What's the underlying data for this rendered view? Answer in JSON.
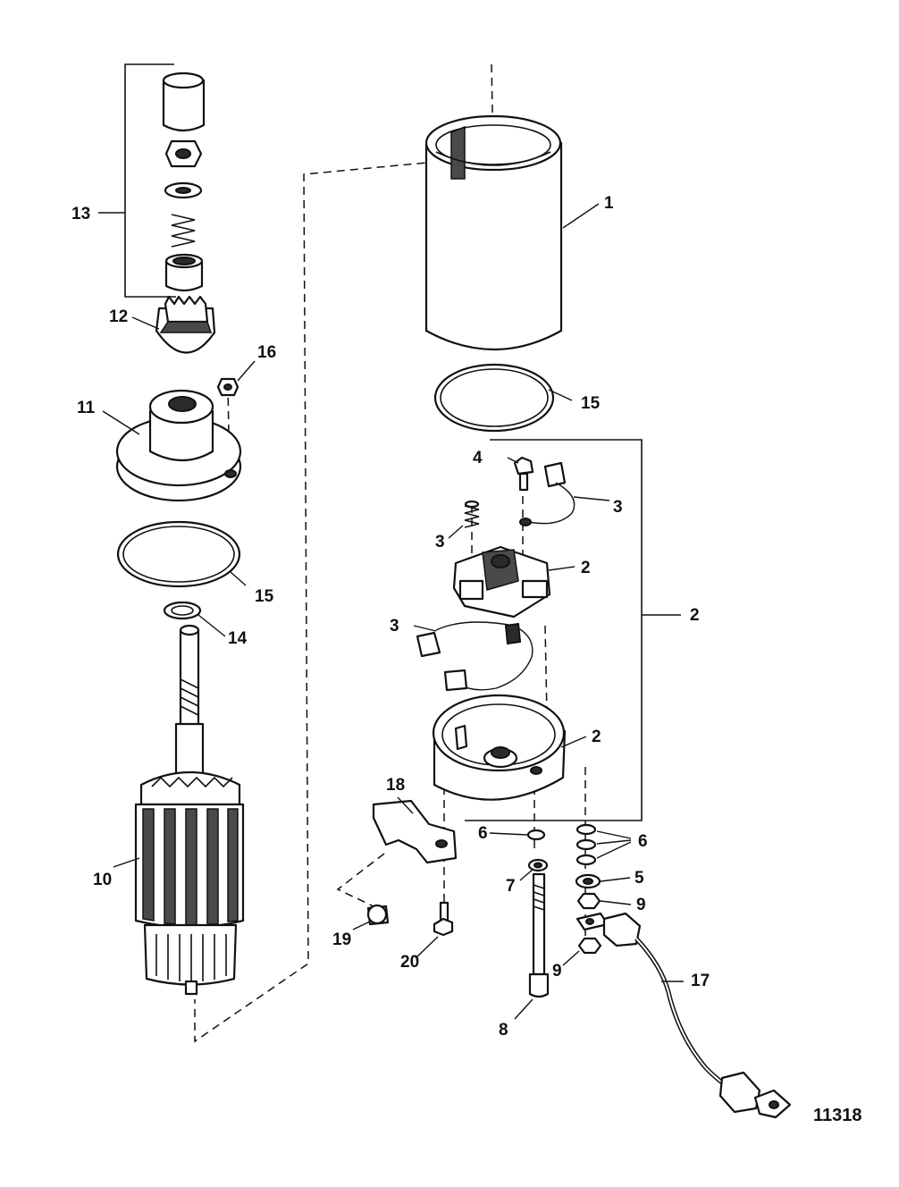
{
  "figure_number": "11318",
  "callouts": {
    "c1": "1",
    "c2a": "2",
    "c2b": "2",
    "c2c": "2",
    "c3a": "3",
    "c3b": "3",
    "c3c": "3",
    "c4": "4",
    "c5": "5",
    "c6a": "6",
    "c6b": "6",
    "c7": "7",
    "c8": "8",
    "c9a": "9",
    "c9b": "9",
    "c10": "10",
    "c11": "11",
    "c12": "12",
    "c13": "13",
    "c14": "14",
    "c15a": "15",
    "c15b": "15",
    "c16": "16",
    "c17": "17",
    "c18": "18",
    "c19": "19",
    "c20": "20"
  }
}
